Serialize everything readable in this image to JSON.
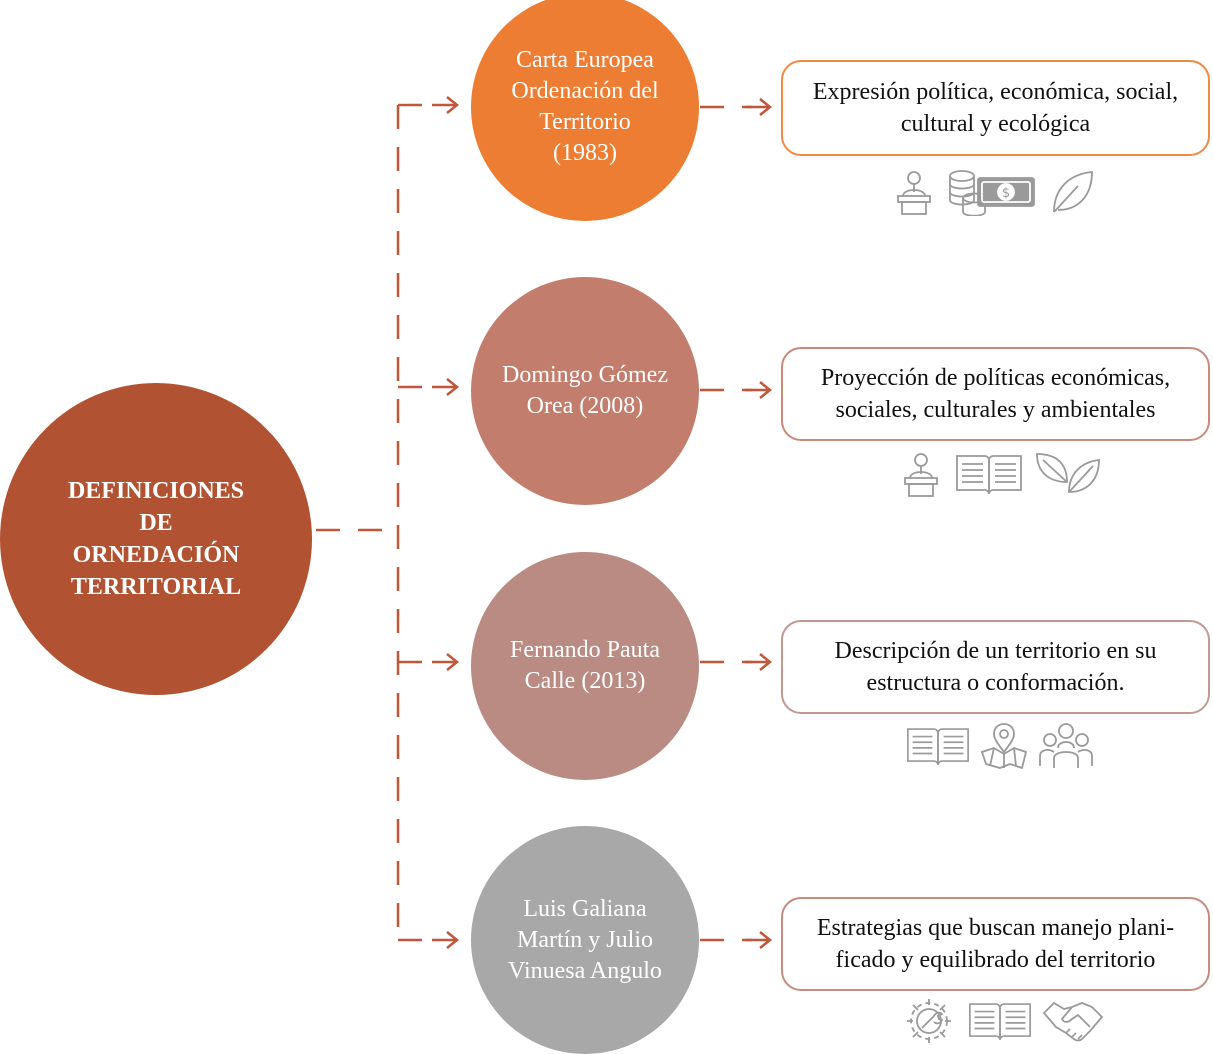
{
  "main": {
    "title": "DEFINICIONES\nDE\nORNEDACIÓN\nTERRITORIAL",
    "color": "#b15332"
  },
  "definitions": [
    {
      "author": "Carta Europea\nOrdenación del\nTerritorio\n(1983)",
      "description": "Expresión política, económica, social,\ncultural y ecológica",
      "circle_color": "#ee7d34",
      "border_color": "#ee8a43",
      "icons": [
        "speaker-podium-icon",
        "money-coins-icon",
        "leaf-icon"
      ]
    },
    {
      "author": "Domingo Gómez\nOrea (2008)",
      "description": "Proyección de políticas económicas,\nsociales, culturales y ambientales",
      "circle_color": "#c37d6d",
      "border_color": "#c98a7c",
      "icons": [
        "speaker-podium-icon",
        "open-book-icon",
        "sprout-icon"
      ]
    },
    {
      "author": "Fernando Pauta\nCalle (2013)",
      "description": "Descripción de un territorio en su\nestructura o conformación.",
      "circle_color": "#b98b82",
      "border_color": "#c19990",
      "icons": [
        "open-book-icon",
        "map-pin-icon",
        "people-group-icon"
      ]
    },
    {
      "author": "Luis Galiana\nMartín y Julio\nVinuesa Angulo",
      "description": "Estrategias que buscan manejo plani-\nficado y equilibrado del territorio",
      "circle_color": "#a8a8a8",
      "border_color": "#c58c7f",
      "icons": [
        "gear-wrench-icon",
        "open-book-icon",
        "handshake-icon"
      ]
    }
  ],
  "connector_color": "#c0563a",
  "icon_color": "#9a9a9a"
}
